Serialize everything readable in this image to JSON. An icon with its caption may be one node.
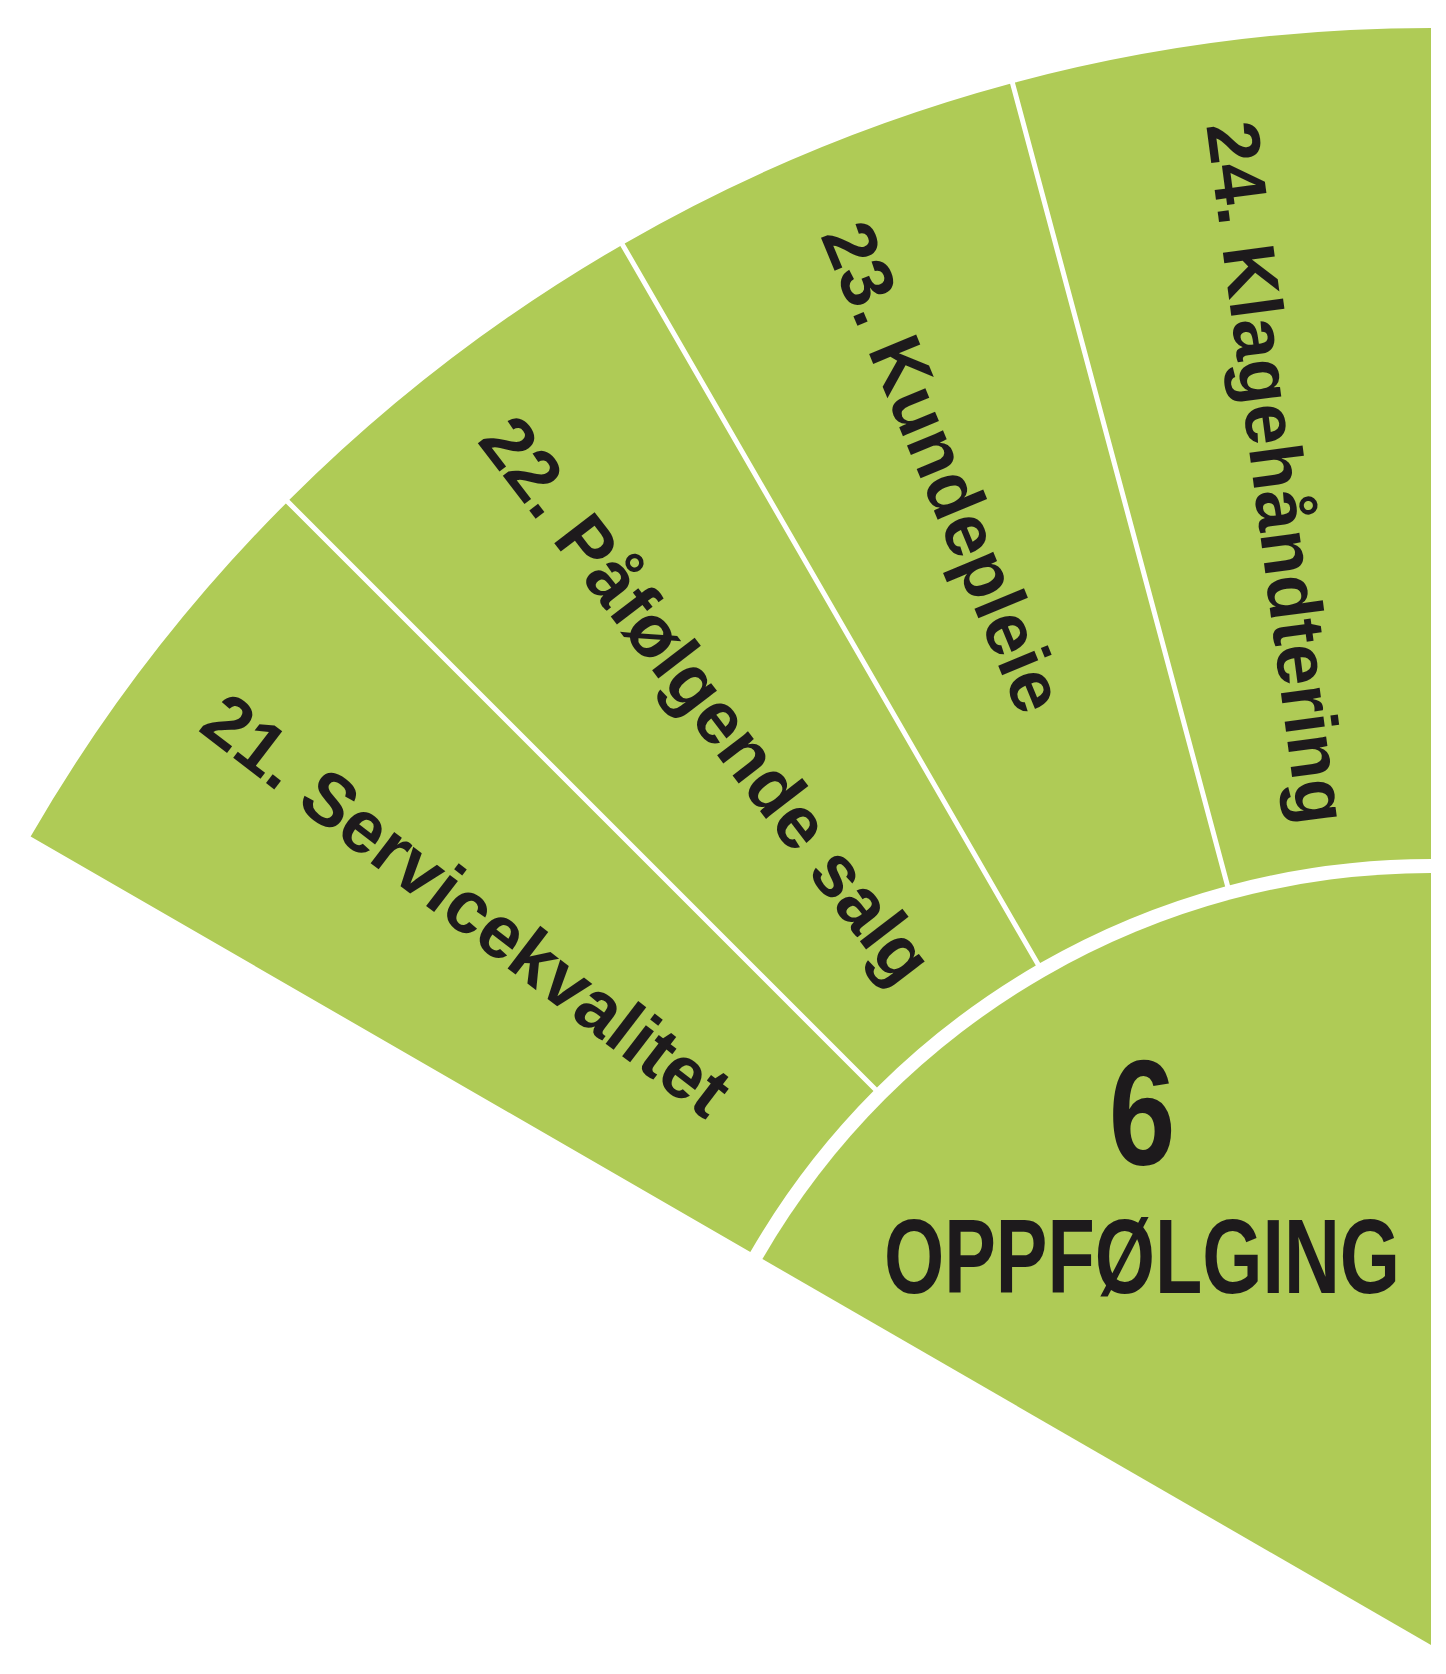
{
  "diagram": {
    "nodes": [
      {
        "text": [
          "21. Servicekvalitet"
        ]
      },
      {
        "text": [
          "22. Påfølgende salg"
        ]
      },
      {
        "text": [
          "23. Kundepleie"
        ]
      },
      {
        "text": [
          "24. Klagehåndtering"
        ]
      },
      {
        "text": [
          "6",
          "OPPFØLGING"
        ]
      }
    ]
  }
}
